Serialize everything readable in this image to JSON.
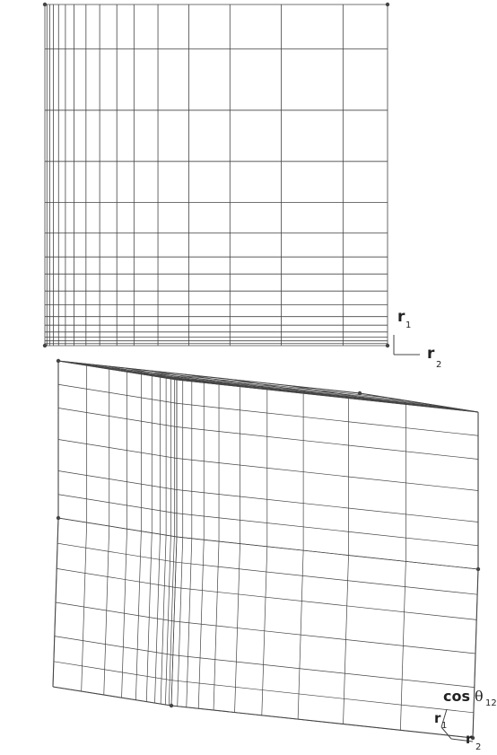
{
  "figure": {
    "line_color": "#444444",
    "background": "#ffffff",
    "panel_2d": {
      "description_type": "2D radial grid (logarithmically spaced toward r1=0 and r2=0)",
      "grid_fractions": [
        0,
        0.006,
        0.014,
        0.025,
        0.04,
        0.06,
        0.085,
        0.12,
        0.16,
        0.21,
        0.26,
        0.33,
        0.42,
        0.54,
        0.69,
        0.87,
        1.0
      ],
      "axis_labels": {
        "r1": "r",
        "r1_sub": "1",
        "r2": "r",
        "r2_sub": "2"
      }
    },
    "panel_3d": {
      "description_type": "3D grid over (r1, r2, cos θ12)",
      "grid_fractions_r": [
        0,
        0.02,
        0.05,
        0.09,
        0.14,
        0.21,
        0.3,
        0.42,
        0.57,
        0.76,
        1.0
      ],
      "grid_fractions_cos": [
        0,
        0.15,
        0.3,
        0.5,
        0.7,
        0.85,
        1.0
      ],
      "axis_labels": {
        "cos": "cos",
        "theta": "θ",
        "theta_sub": "12",
        "r1": "r",
        "r1_sub": "1",
        "r2": "r",
        "r2_sub": "2"
      }
    }
  }
}
